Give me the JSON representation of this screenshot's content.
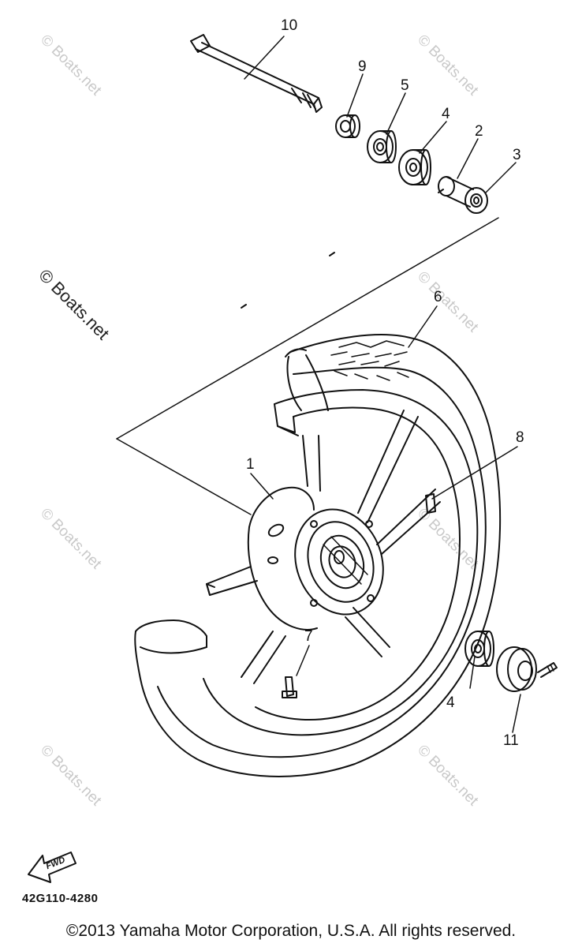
{
  "diagram": {
    "callouts": [
      {
        "id": "10",
        "label": "10"
      },
      {
        "id": "9",
        "label": "9"
      },
      {
        "id": "5",
        "label": "5"
      },
      {
        "id": "4a",
        "label": "4"
      },
      {
        "id": "2",
        "label": "2"
      },
      {
        "id": "3",
        "label": "3"
      },
      {
        "id": "6",
        "label": "6"
      },
      {
        "id": "8",
        "label": "8"
      },
      {
        "id": "1",
        "label": "1"
      },
      {
        "id": "7",
        "label": "7"
      },
      {
        "id": "4b",
        "label": "4"
      },
      {
        "id": "11",
        "label": "11"
      }
    ],
    "fwd_label": "FWD",
    "part_code": "42G110-4280"
  },
  "watermark": {
    "text": "© Boats.net",
    "color": "#c9c9c9"
  },
  "footer": {
    "copyright": "©2013 Yamaha Motor Corporation, U.S.A. All rights reserved."
  },
  "colors": {
    "line": "#111111",
    "background": "#ffffff"
  }
}
